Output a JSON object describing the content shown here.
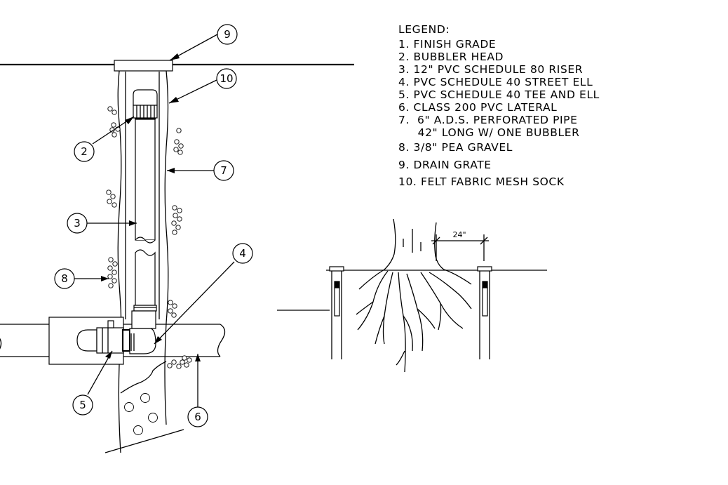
{
  "legend": {
    "title": "LEGEND:",
    "items": [
      "1.  FINISH GRADE",
      "2.  BUBBLER HEAD",
      "3.  12\" PVC SCHEDULE 80 RISER",
      "4.  PVC SCHEDULE 40 STREET ELL",
      "5.  PVC SCHEDULE 40 TEE AND ELL",
      "6.  CLASS 200 PVC LATERAL",
      "7.  6\" A.D.S. PERFORATED PIPE",
      "     42\" LONG W/ ONE BUBBLER",
      "8.  3/8\" PEA GRAVEL",
      "9.  DRAIN GRATE",
      "10. FELT FABRIC MESH SOCK"
    ]
  },
  "callouts": [
    "9",
    "10",
    "2",
    "7",
    "3",
    "4",
    "8",
    "5",
    "6"
  ],
  "plan": {
    "dimension": "24\""
  }
}
